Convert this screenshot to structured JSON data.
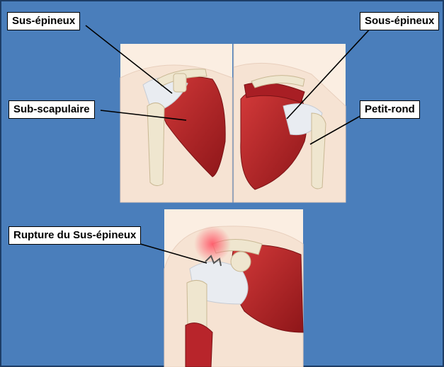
{
  "labels": {
    "supraspinatus": "Sus-épineux",
    "infraspinatus": "Sous-épineux",
    "subscapularis": "Sub-scapulaire",
    "teres_minor": "Petit-rond",
    "rupture": "Rupture du Sus-épineux"
  },
  "colors": {
    "background": "#4a7ebb",
    "muscle": "#b8252b",
    "bone": "#efe6cf",
    "skin": "#fbeee2",
    "tendon": "#e9ecf1"
  }
}
